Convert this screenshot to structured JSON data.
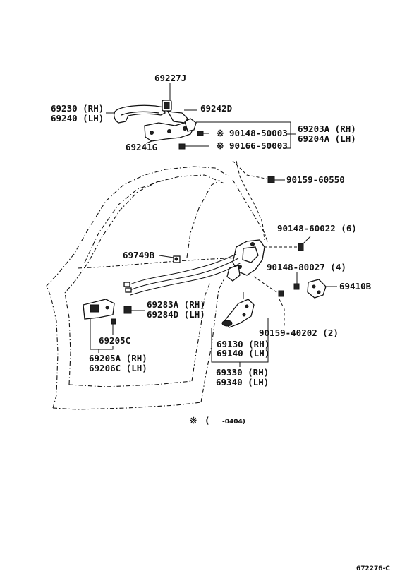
{
  "parts": {
    "p69227J": "69227J",
    "p69230": "69230 (RH)",
    "p69240": "69240 (LH)",
    "p69242D": "69242D",
    "p90148_50003": "※ 90148-50003",
    "p90166_50003": "※ 90166-50003",
    "p69203A": "69203A (RH)",
    "p69204A": "69204A (LH)",
    "p69241G": "69241G",
    "p90159_60550": "90159-60550",
    "p90148_60022": "90148-60022 (6)",
    "p69749B": "69749B",
    "p90148_80027": "90148-80027 (4)",
    "p69410B": "69410B",
    "p69283A": "69283A (RH)",
    "p69284D": "69284D (LH)",
    "p69205C": "69205C",
    "p69205A": "69205A (RH)",
    "p69206C": "69206C (LH)",
    "p90159_40202": "90159-40202 (2)",
    "p69130": "69130 (RH)",
    "p69140": "69140 (LH)",
    "p69330": "69330 (RH)",
    "p69340": "69340 (LH)"
  },
  "footnote": {
    "mark": "※",
    "open": "(",
    "range": "-0404)"
  },
  "figure_code": "672276-C"
}
